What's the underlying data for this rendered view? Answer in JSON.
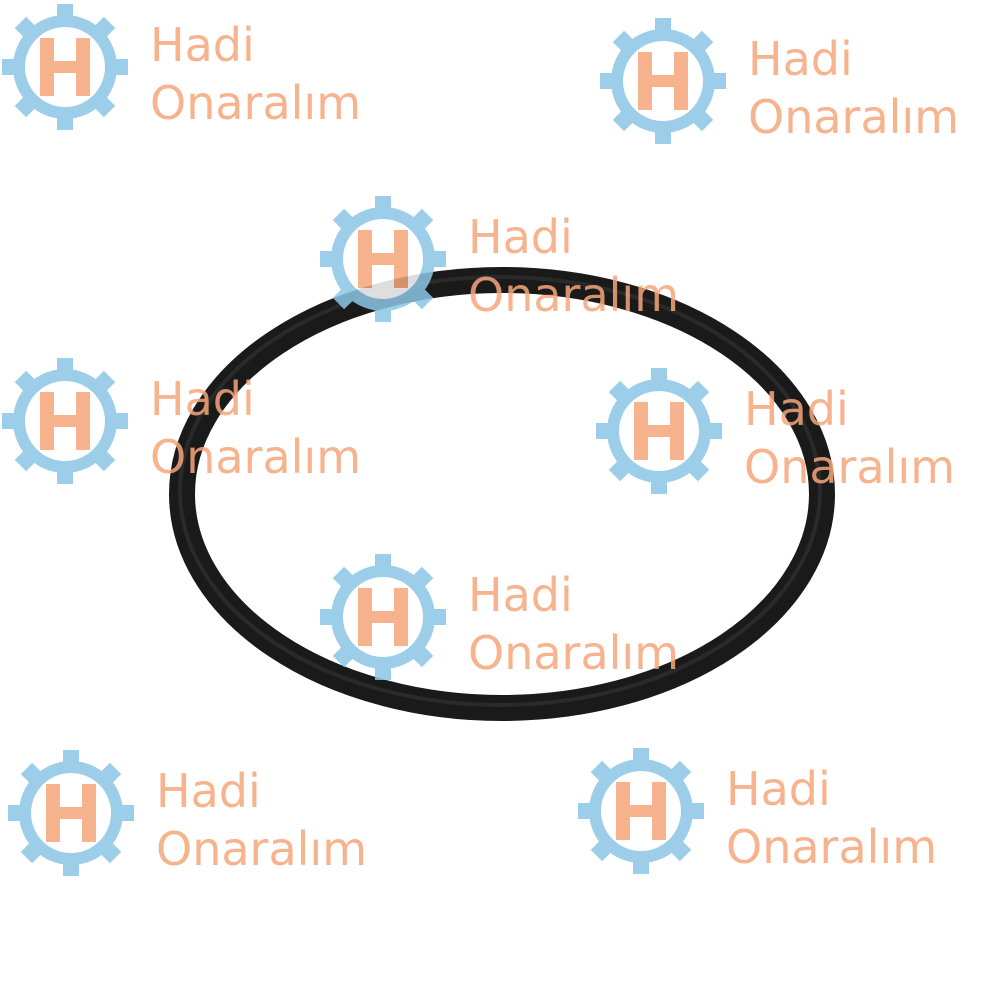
{
  "watermark": {
    "line1": "Hadi",
    "line2": "Onaralım",
    "gear_color": "#8cc6e6",
    "text_color": "#f5a67a",
    "logo_letter": "H"
  },
  "product": {
    "item": "o-ring",
    "color": "#1a1a1a"
  }
}
